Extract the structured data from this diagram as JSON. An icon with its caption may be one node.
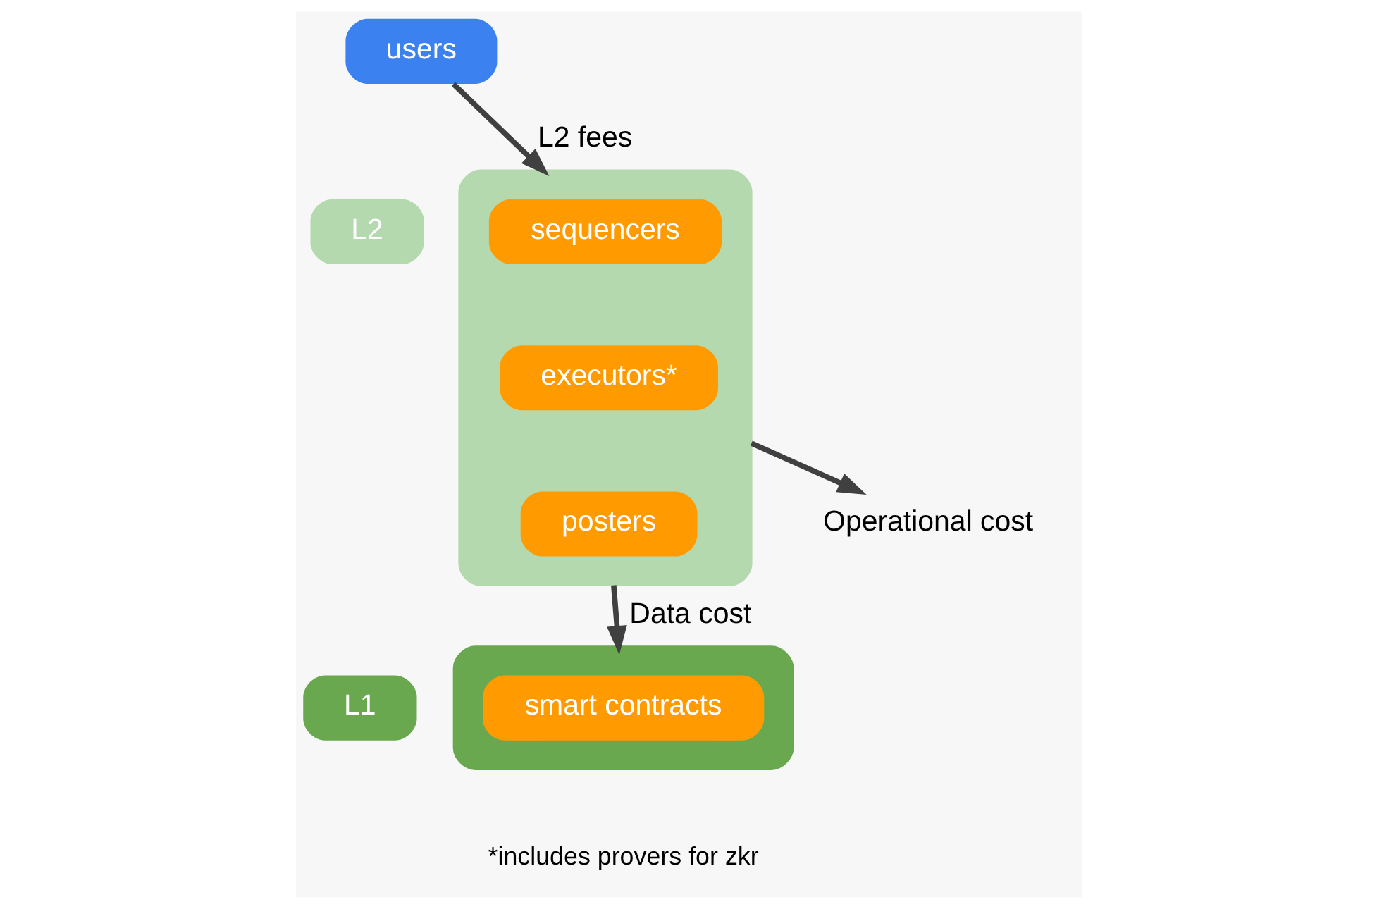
{
  "diagram": {
    "nodes": [
      {
        "text": [
          "users"
        ]
      },
      {
        "text": [
          "L2"
        ]
      },
      {
        "text": [],
        "shape": "box"
      },
      {
        "text": [
          "sequencers"
        ],
        "in": 2
      },
      {
        "text": [
          "executors*"
        ],
        "in": 2
      },
      {
        "text": [
          "posters"
        ],
        "in": 2
      },
      {
        "text": [
          "Operational cost"
        ]
      },
      {
        "text": [
          "L1"
        ]
      },
      {
        "text": [],
        "shape": "box"
      },
      {
        "text": [
          "smart contracts"
        ],
        "in": 8
      }
    ],
    "edges": [
      {
        "from": 0,
        "to": 2,
        "arrow": "to",
        "label": "L2 fees"
      },
      {
        "from": 2,
        "to": 6,
        "arrow": "to"
      },
      {
        "from": 2,
        "to": 8,
        "arrow": "to",
        "label": "Data cost"
      }
    ],
    "labels": [
      "*includes provers for zkr"
    ]
  }
}
